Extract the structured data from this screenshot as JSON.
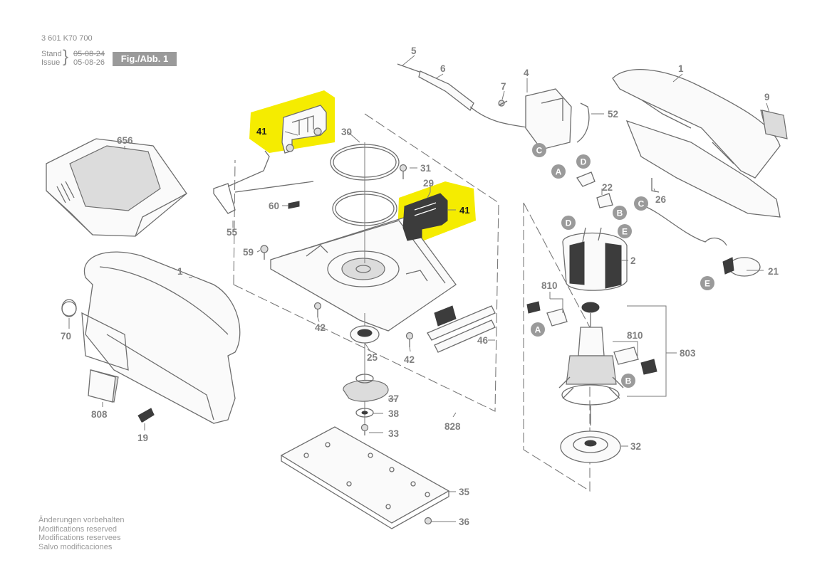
{
  "header": {
    "doc_number": "3 601 K70 700",
    "stand_label": "Stand",
    "stand_date": "05-08-24",
    "issue_label": "Issue",
    "issue_date": "05-08-26",
    "figure_label": "Fig./Abb. 1"
  },
  "footer": {
    "lines": [
      "Änderungen vorbehalten",
      "Modifications reserved",
      "Modifications reservees",
      "Salvo modificaciones"
    ]
  },
  "highlight_color": "#f5ec00",
  "connector_color": "#9a9a9a",
  "parts": {
    "p1a": "1",
    "p1b": "1",
    "p2": "2",
    "p4": "4",
    "p5": "5",
    "p6": "6",
    "p7": "7",
    "p9": "9",
    "p19": "19",
    "p21": "21",
    "p22": "22",
    "p25": "25",
    "p26": "26",
    "p29": "29",
    "p30": "30",
    "p31": "31",
    "p32": "32",
    "p33": "33",
    "p35": "35",
    "p36": "36",
    "p37": "37",
    "p38": "38",
    "p41a": "41",
    "p41b": "41",
    "p42a": "42",
    "p42b": "42",
    "p46": "46",
    "p52": "52",
    "p55": "55",
    "p59": "59",
    "p60": "60",
    "p70": "70",
    "p656": "656",
    "p803": "803",
    "p808": "808",
    "p810a": "810",
    "p810b": "810",
    "p828": "828"
  },
  "connectors": {
    "a1": "A",
    "a2": "A",
    "b1": "B",
    "b2": "B",
    "c1": "C",
    "c2": "C",
    "d1": "D",
    "d2": "D",
    "e1": "E",
    "e2": "E"
  }
}
